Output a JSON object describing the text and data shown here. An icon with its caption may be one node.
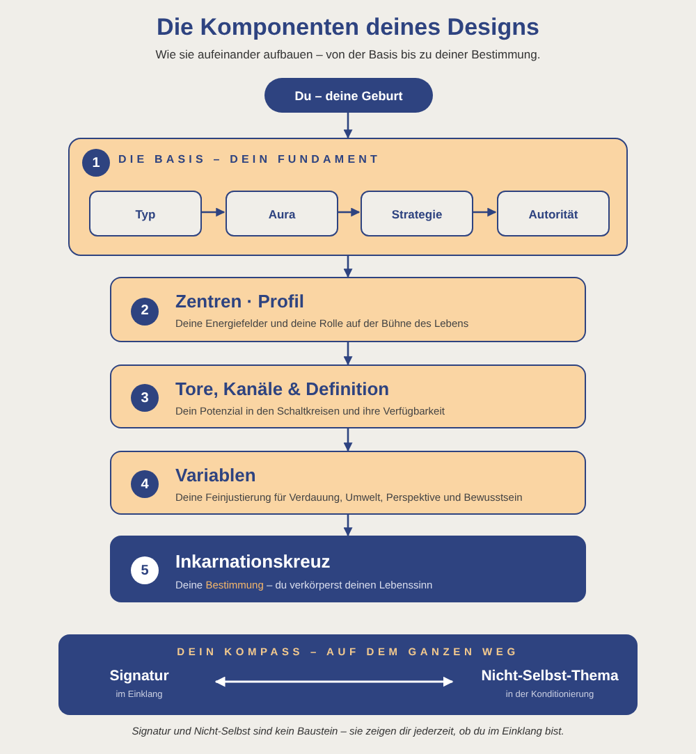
{
  "diagram": {
    "title": "Die Komponenten deines Designs",
    "caption": "Signatur und Nicht-Selbst sind kein Baustein – sie zeigen dir jederzeit, ob du im Einklang bist.",
    "nodes": [
      {
        "text": [
          "Du – deine Geburt"
        ]
      },
      {
        "text": [
          "1",
          "DIE BASIS – DEIN FUNDAMENT"
        ]
      },
      {
        "text": [
          "Typ"
        ],
        "in": 1
      },
      {
        "text": [
          "Aura"
        ],
        "in": 1
      },
      {
        "text": [
          "Strategie"
        ],
        "in": 1
      },
      {
        "text": [
          "Autorität"
        ],
        "in": 1
      },
      {
        "text": [
          "2",
          "Zentren · Profil",
          "Deine Energiefelder und deine Rolle auf der Bühne des Lebens"
        ]
      },
      {
        "text": [
          "3",
          "Tore, Kanäle & Definition",
          "Dein Potenzial in den Schaltkreisen und ihre Verfügbarkeit"
        ]
      },
      {
        "text": [
          "4",
          "Variablen",
          "Deine Feinjustierung für Verdauung, Umwelt, Perspektive und Bewusstsein"
        ]
      },
      {
        "text": [
          "5",
          "Inkarnationskreuz",
          "Deine **Bestimmung** – du verkörperst deinen Lebenssinn"
        ]
      },
      {
        "text": [
          "DEIN KOMPASS – AUF DEM GANZEN WEG"
        ]
      },
      {
        "text": [
          "Signatur",
          "im Einklang"
        ],
        "in": 10
      },
      {
        "text": [
          "Nicht-Selbst-Thema",
          "in der Konditionierung"
        ],
        "in": 10
      }
    ],
    "edges": [
      {
        "from": 0,
        "to": 1,
        "arrow": "to"
      },
      {
        "from": 2,
        "to": 3,
        "arrow": "to"
      },
      {
        "from": 3,
        "to": 4,
        "arrow": "to"
      },
      {
        "from": 4,
        "to": 5,
        "arrow": "to"
      },
      {
        "from": 1,
        "to": 6,
        "arrow": "to"
      },
      {
        "from": 6,
        "to": 7,
        "arrow": "to"
      },
      {
        "from": 7,
        "to": 8,
        "arrow": "to"
      },
      {
        "from": 8,
        "to": 9,
        "arrow": "to"
      },
      {
        "from": 11,
        "to": 12,
        "arrow": "both",
        "color": "#ffffff"
      }
    ],
    "labels": [
      "Wie sie aufeinander aufbauen – von der Basis bis zu deiner Bestimmung."
    ]
  }
}
